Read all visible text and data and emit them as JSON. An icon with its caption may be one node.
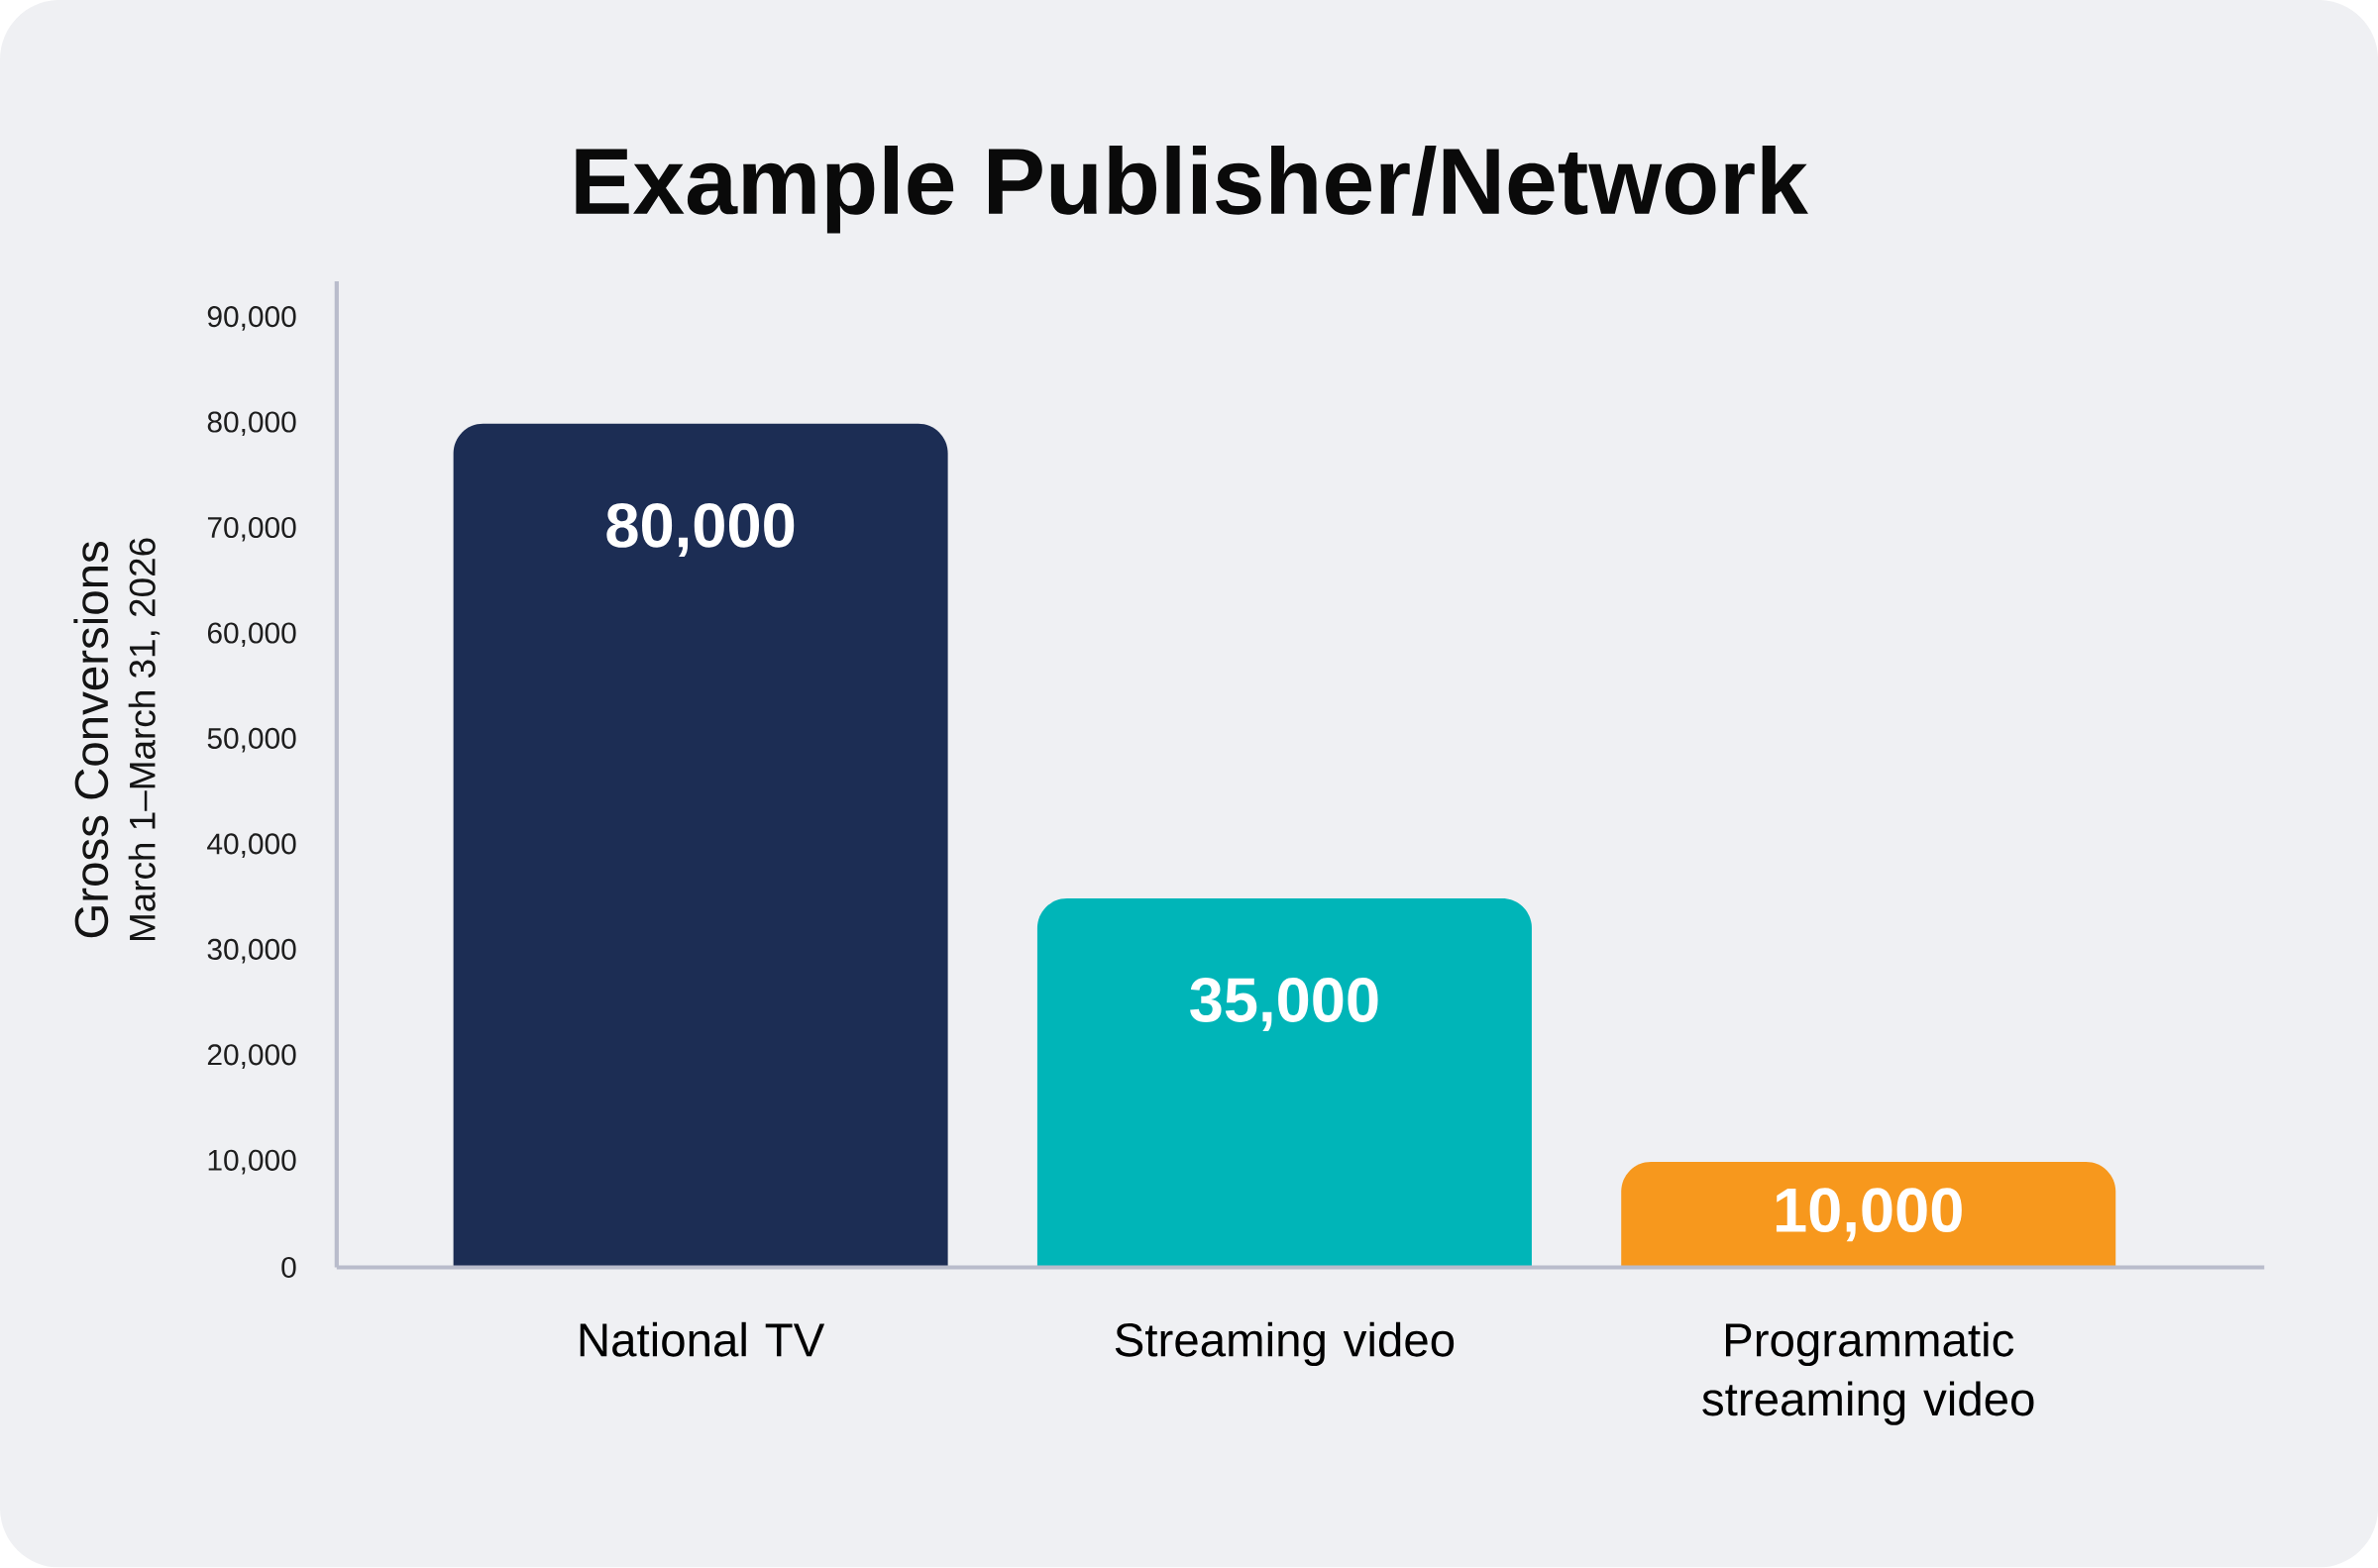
{
  "diagram": {
    "title": "Example Publisher/Network",
    "labels": [
      "March 1–March 31, 2026"
    ],
    "chart_data": {
      "type": "bar",
      "ylabel": "Gross Conversions",
      "categories": [
        "National TV",
        "Streaming video",
        "Programmatic streaming video"
      ],
      "series": [
        {
          "color": "#1c2d54",
          "values": [
            80000,
            null,
            null
          ]
        },
        {
          "color": "#00b5b8",
          "values": [
            null,
            35000,
            null
          ]
        },
        {
          "color": "#f7981d",
          "values": [
            null,
            null,
            10000
          ]
        }
      ],
      "ylim": [
        0,
        93500
      ],
      "yticks": [
        {
          "value": 0,
          "label": "0"
        },
        {
          "value": 10000,
          "label": "10,000"
        },
        {
          "value": 20000,
          "label": "20,000"
        },
        {
          "value": 30000,
          "label": "30,000"
        },
        {
          "value": 40000,
          "label": "40,000"
        },
        {
          "value": 50000,
          "label": "50,000"
        },
        {
          "value": 60000,
          "label": "60,000"
        },
        {
          "value": 70000,
          "label": "70,000"
        },
        {
          "value": 80000,
          "label": "80,000"
        },
        {
          "value": 90000,
          "label": "90,000"
        }
      ],
      "value_labels": [
        "80,000",
        "35,000",
        "10,000"
      ]
    }
  }
}
